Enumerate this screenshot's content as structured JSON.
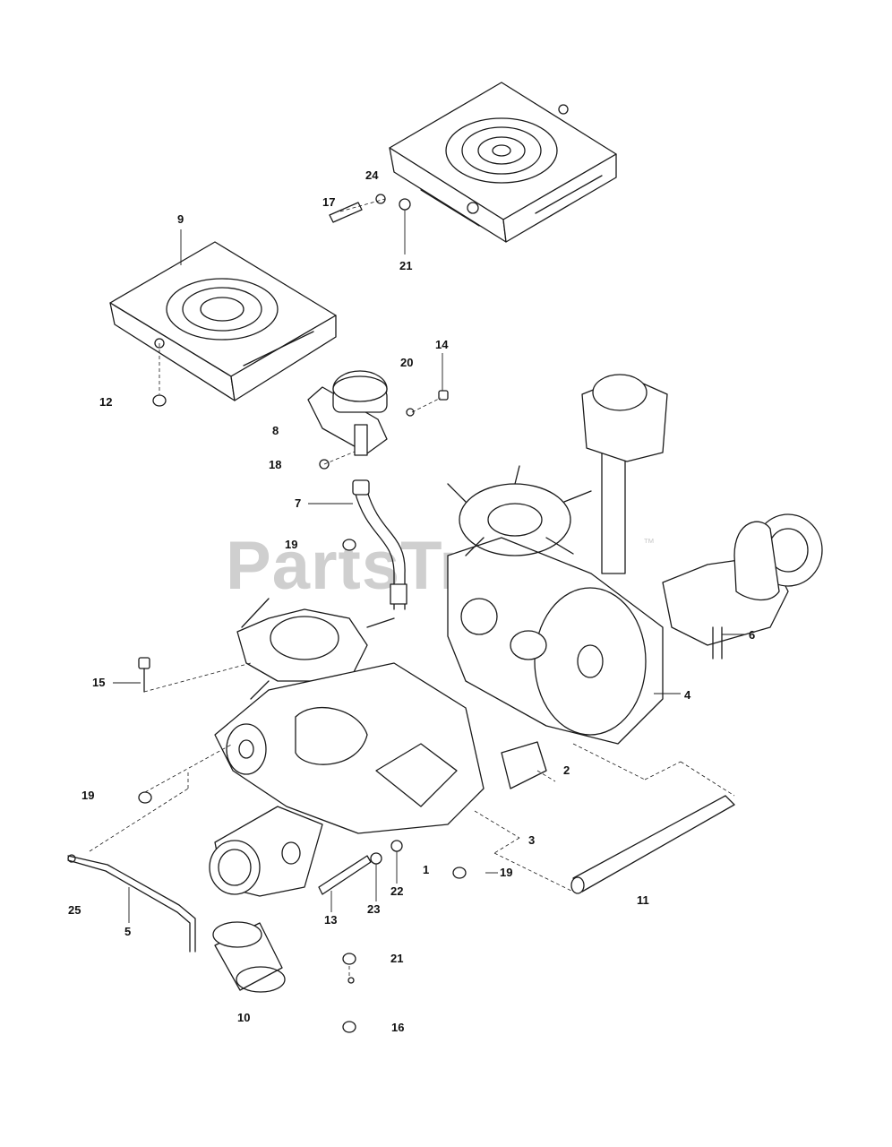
{
  "watermark": {
    "text": "PartsTree",
    "trademark": "™"
  },
  "callouts": [
    {
      "id": "c1",
      "text": "1"
    },
    {
      "id": "c2",
      "text": "2"
    },
    {
      "id": "c3",
      "text": "3"
    },
    {
      "id": "c4",
      "text": "4"
    },
    {
      "id": "c5",
      "text": "5"
    },
    {
      "id": "c6",
      "text": "6"
    },
    {
      "id": "c7",
      "text": "7"
    },
    {
      "id": "c8",
      "text": "8"
    },
    {
      "id": "c9",
      "text": "9"
    },
    {
      "id": "c10",
      "text": "10"
    },
    {
      "id": "c11",
      "text": "11"
    },
    {
      "id": "c12",
      "text": "12"
    },
    {
      "id": "c13",
      "text": "13"
    },
    {
      "id": "c14",
      "text": "14"
    },
    {
      "id": "c15",
      "text": "15"
    },
    {
      "id": "c16",
      "text": "16"
    },
    {
      "id": "c17",
      "text": "17"
    },
    {
      "id": "c18",
      "text": "18"
    },
    {
      "id": "c19a",
      "text": "19"
    },
    {
      "id": "c19b",
      "text": "19"
    },
    {
      "id": "c19c",
      "text": "19"
    },
    {
      "id": "c20",
      "text": "20"
    },
    {
      "id": "c21a",
      "text": "21"
    },
    {
      "id": "c21b",
      "text": "21"
    },
    {
      "id": "c22",
      "text": "22"
    },
    {
      "id": "c23",
      "text": "23"
    },
    {
      "id": "c24",
      "text": "24"
    },
    {
      "id": "c25",
      "text": "25"
    }
  ]
}
